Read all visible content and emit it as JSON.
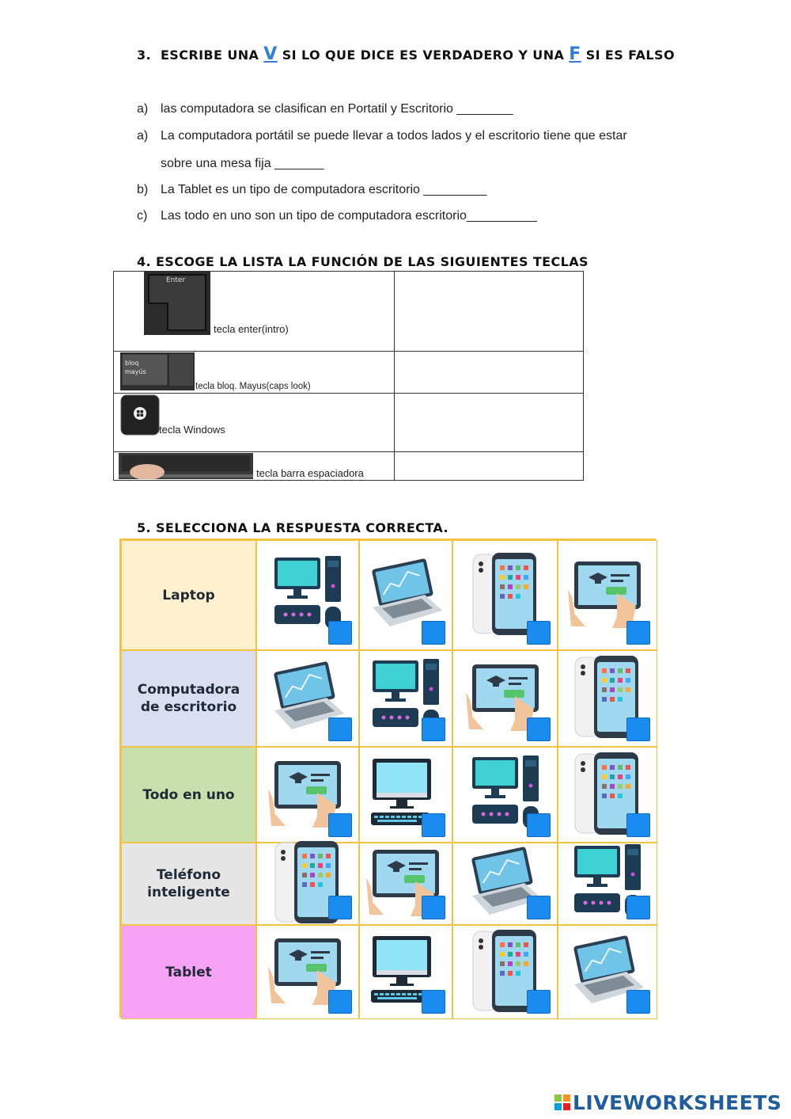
{
  "section3": {
    "num": "3.",
    "part1": "ESCRIBE UNA",
    "v": "V",
    "part2": "SI LO QUE DICE ES VERDADERO Y UNA",
    "f": "F",
    "part3": "SI ES FALSO",
    "items": [
      {
        "label": "a)",
        "text": "las computadora se clasifican en  Portatil y Escritorio   ________"
      },
      {
        "label": "a)",
        "text": "La computadora portátil se puede llevar a todos lados y el escritorio tiene que estar"
      },
      {
        "label": "",
        "text": "sobre una mesa fija _______"
      },
      {
        "label": "b)",
        "text": "La Tablet es un tipo de computadora escritorio _________"
      },
      {
        "label": "c)",
        "text": "Las todo en uno son un tipo de computadora escritorio__________"
      }
    ]
  },
  "section4": {
    "heading": "4.  ESCOGE LA LISTA LA FUNCIÓN DE LAS SIGUIENTES TECLAS",
    "enter_cap": "Enter",
    "bloq_cap1": "bloq",
    "bloq_cap2": "mayús",
    "rows": [
      {
        "label": "tecla enter(intro)"
      },
      {
        "label": "tecla bloq. Mayus(caps look)"
      },
      {
        "label": "tecla Windows"
      },
      {
        "label": "tecla barra espaciadora"
      }
    ]
  },
  "section5": {
    "heading": "5.  SELECCIONA LA RESPUESTA CORRECTA.",
    "rows": [
      {
        "label": "Laptop",
        "color": "#fdf0cf"
      },
      {
        "label": "Computadora de escritorio",
        "color": "#d9dff0"
      },
      {
        "label": "Todo en uno",
        "color": "#c9dfae"
      },
      {
        "label": "Teléfono inteligente",
        "color": "#e6e6e6"
      },
      {
        "label": "Tablet",
        "color": "#f7a3f5"
      }
    ],
    "options": [
      [
        "desktop-icon",
        "laptop-icon",
        "phone-icon",
        "tablet-icon"
      ],
      [
        "laptop-icon",
        "desktop-icon",
        "tablet-icon",
        "phone-icon"
      ],
      [
        "tablet-icon",
        "all-in-one-icon",
        "desktop-icon",
        "phone-icon"
      ],
      [
        "phone-icon",
        "tablet-icon",
        "laptop-icon",
        "desktop-icon"
      ],
      [
        "tablet-icon",
        "all-in-one-icon",
        "phone-icon",
        "laptop-icon"
      ]
    ],
    "checkbox_color": "#1a8cf0",
    "border_color": "#f5c242"
  },
  "footer": {
    "brand": "LIVEWORKSHEETS"
  }
}
